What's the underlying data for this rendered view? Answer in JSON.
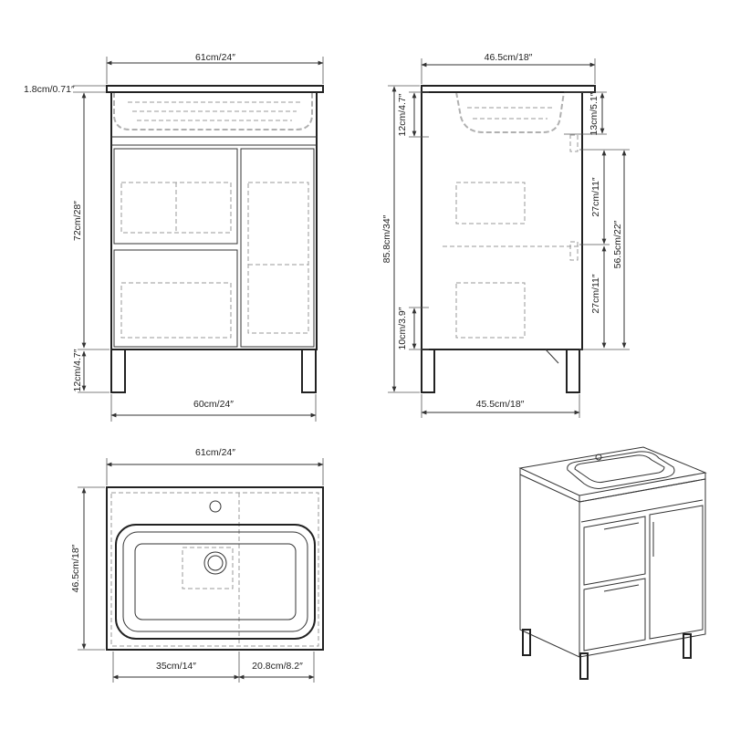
{
  "front_view": {
    "top_width": "61cm/24″",
    "bottom_width": "60cm/24″",
    "top_thickness": "1.8cm/0.71″",
    "body_height": "72cm/28″",
    "leg_height": "12cm/4.7″"
  },
  "side_view": {
    "top_depth": "46.5cm/18″",
    "bottom_depth": "45.5cm/18″",
    "total_height": "85.8cm/34″",
    "basin_depth": "12cm/4.7″",
    "basin_inner_depth": "13cm/5.1″",
    "drawer_upper": "27cm/11″",
    "drawer_span": "56.5cm/22″",
    "drawer_lower": "27cm/11″",
    "floor_gap": "10cm/3.9″"
  },
  "top_view": {
    "width": "61cm/24″",
    "depth": "46.5cm/18″",
    "basin_width": "35cm/14″",
    "side_width": "20.8cm/8.2″"
  }
}
